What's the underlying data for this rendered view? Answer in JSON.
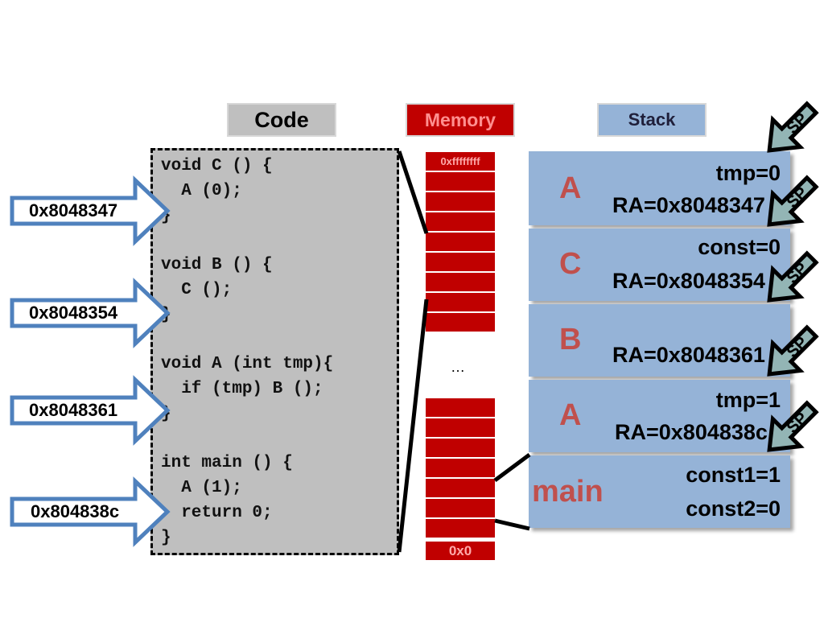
{
  "headers": {
    "code": "Code",
    "memory": "Memory",
    "stack": "Stack"
  },
  "code_lines": [
    "void C () {",
    "  A (0);",
    "}",
    "",
    "void B () {",
    "  C ();",
    "}",
    "",
    "void A (int tmp){",
    "  if (tmp) B ();",
    "}",
    "",
    "int main () {",
    "  A (1);",
    "  return 0;",
    "}"
  ],
  "return_addresses": [
    "0x8048347",
    "0x8048354",
    "0x8048361",
    "0x804838c"
  ],
  "memory": {
    "top_label": "0xffffffff",
    "bottom_label": "0x0",
    "gap": "…"
  },
  "stack_frames": [
    {
      "name": "A",
      "lines": [
        "tmp=0",
        "RA=0x8048347"
      ]
    },
    {
      "name": "C",
      "lines": [
        "const=0",
        "RA=0x8048354"
      ]
    },
    {
      "name": "B",
      "lines": [
        "",
        "RA=0x8048361"
      ]
    },
    {
      "name": "A",
      "lines": [
        "tmp=1",
        "RA=0x804838c"
      ]
    },
    {
      "name": "main",
      "lines": [
        "const1=1",
        "const2=0"
      ]
    }
  ],
  "sp_label": "SP",
  "colors": {
    "memory": "#c00000",
    "stack": "#95b3d7",
    "code": "#bfbfbf",
    "arrow": "#4f81bd",
    "sp": "#93b5b5"
  }
}
